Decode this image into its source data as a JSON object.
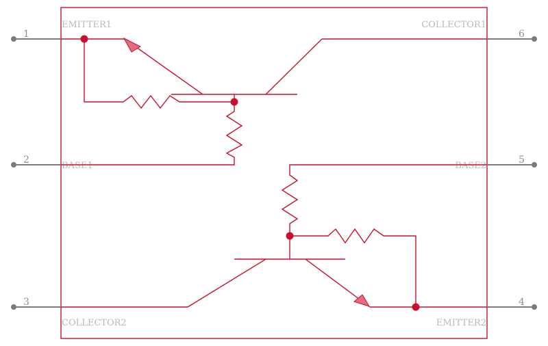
{
  "component": {
    "pins": [
      {
        "number": "1",
        "name": "EMITTER1"
      },
      {
        "number": "2",
        "name": "BASE1"
      },
      {
        "number": "3",
        "name": "COLLECTOR2"
      },
      {
        "number": "4",
        "name": "EMITTER2"
      },
      {
        "number": "5",
        "name": "BASE2"
      },
      {
        "number": "6",
        "name": "COLLECTOR1"
      }
    ]
  },
  "colors": {
    "body": "#c8102e",
    "pin_line": "#7a7a7a",
    "label": "#b9b9b9"
  }
}
